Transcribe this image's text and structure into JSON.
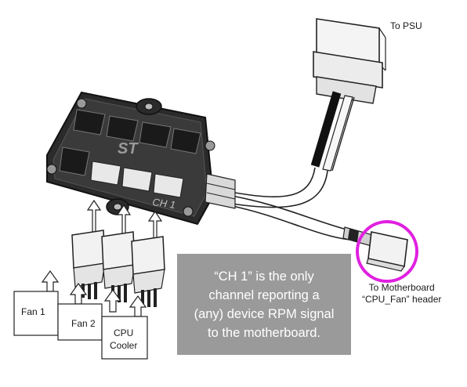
{
  "labels": {
    "psu": "To PSU",
    "motherboard_line1": "To Motherboard",
    "motherboard_line2": "“CPU_Fan” header",
    "fan1": "Fan 1",
    "fan2": "Fan 2",
    "cpu_line1": "CPU",
    "cpu_line2": "Cooler",
    "hub_logo": "ST",
    "hub_channel": "CH 1"
  },
  "note": {
    "line1": "“CH 1” is the only",
    "line2": "channel reporting a",
    "line3": "(any) device RPM signal",
    "line4": "to the motherboard."
  },
  "colors": {
    "highlight_circle": "#e020e0",
    "note_background": "#9a9a9a",
    "hub_body": "#2b2b2b"
  }
}
